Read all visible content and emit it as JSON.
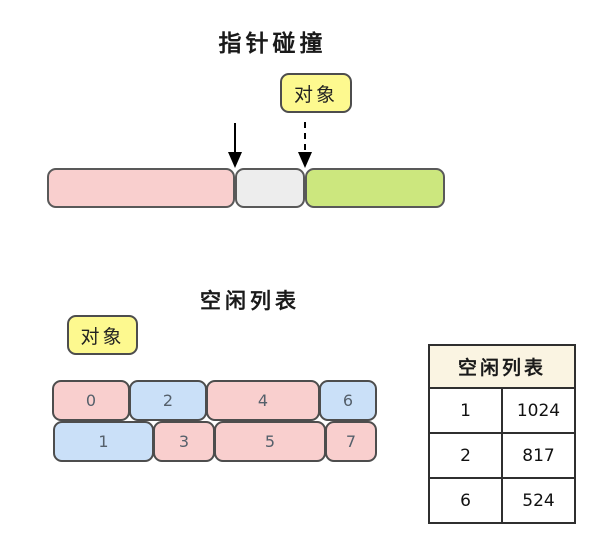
{
  "pointer_bump": {
    "title": "指针碰撞",
    "object_label": "对象",
    "segments": [
      {
        "name": "used-memory",
        "color": "#f9cfce"
      },
      {
        "name": "object-slot",
        "color": "#ededed"
      },
      {
        "name": "free-memory",
        "color": "#cce77e"
      }
    ]
  },
  "free_list": {
    "title": "空闲列表",
    "object_label": "对象",
    "blocks": [
      {
        "label": "0",
        "color": "pink"
      },
      {
        "label": "1",
        "color": "blue"
      },
      {
        "label": "2",
        "color": "blue"
      },
      {
        "label": "3",
        "color": "pink"
      },
      {
        "label": "4",
        "color": "pink"
      },
      {
        "label": "5",
        "color": "pink"
      },
      {
        "label": "6",
        "color": "blue"
      },
      {
        "label": "7",
        "color": "pink"
      }
    ],
    "table": {
      "header": "空闲列表",
      "rows": [
        {
          "index": "1",
          "size": "1024"
        },
        {
          "index": "2",
          "size": "817"
        },
        {
          "index": "6",
          "size": "524"
        }
      ]
    }
  },
  "colors": {
    "pink": "#f9cfce",
    "blue": "#cae0f8",
    "green": "#cce77e",
    "gray": "#ededed",
    "yellow": "#fdf98f",
    "table_header_bg": "#faf4e2",
    "shape_border": "#4d4d4d"
  }
}
